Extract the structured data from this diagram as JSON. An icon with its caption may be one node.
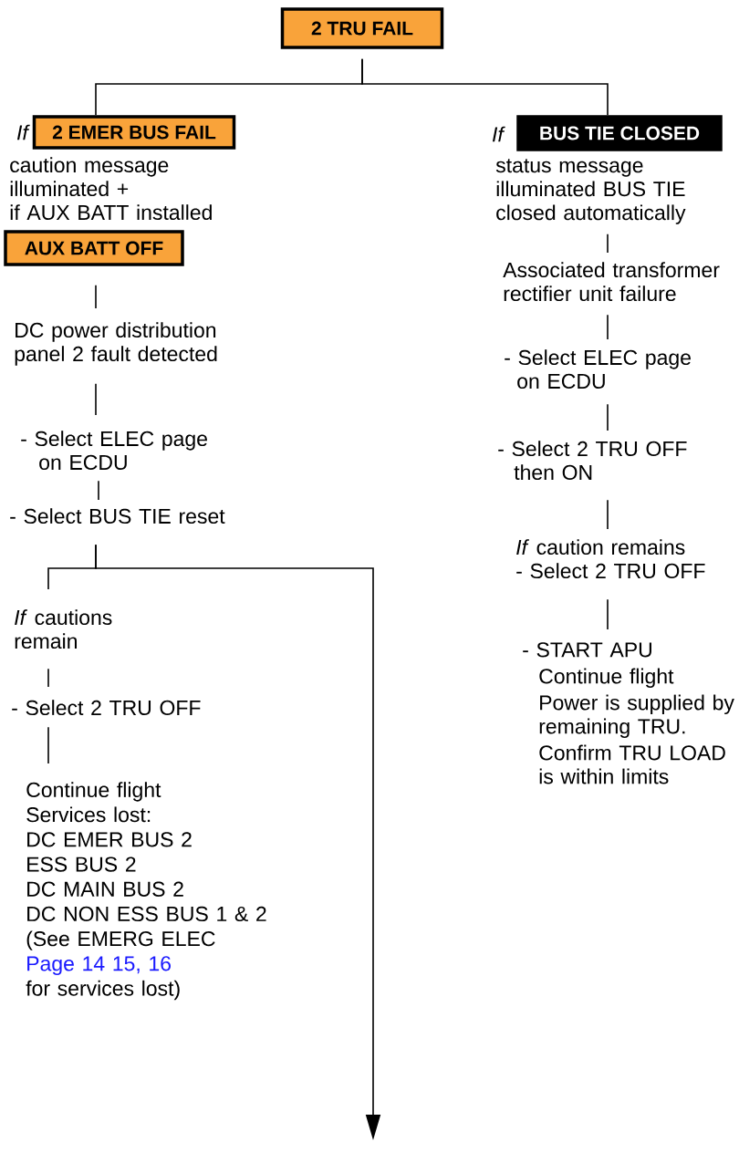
{
  "diagram": {
    "nodes": [
      {
        "text": [
          "2 TRU FAIL"
        ]
      },
      {
        "text": [
          "2 EMER BUS FAIL"
        ],
        "beside": [
          "If",
          "caution message illuminated +",
          "if AUX BATT installed"
        ]
      },
      {
        "text": [
          "AUX BATT OFF"
        ]
      },
      {
        "text": [
          "DC power distribution panel 2 fault detected"
        ]
      },
      {
        "text": [
          "- Select ELEC page on ECDU"
        ]
      },
      {
        "text": [
          "- Select BUS TIE reset"
        ]
      },
      {
        "text": [
          "*If* cautions remain"
        ]
      },
      {
        "text": [
          "- Select 2 TRU OFF"
        ]
      },
      {
        "text": [
          "Continue flight",
          "Services lost:",
          "DC EMER BUS 2",
          "ESS BUS 2",
          "DC MAIN BUS 2",
          "DC NON ESS BUS 1 & 2",
          "(See EMERG ELEC",
          "Page 14 15, 16",
          "for services lost)"
        ]
      },
      {
        "text": [
          "BUS TIE CLOSED"
        ],
        "beside": [
          "If",
          "status message illuminated BUS TIE closed automatically"
        ]
      },
      {
        "text": [
          "Associated transformer rectifier unit failure"
        ]
      },
      {
        "text": [
          "- Select ELEC page on ECDU"
        ]
      },
      {
        "text": [
          "- Select 2 TRU OFF then ON"
        ]
      },
      {
        "text": [
          "*If* caution remains",
          "- Select 2 TRU OFF"
        ]
      },
      {
        "text": [
          "- START APU",
          "Continue flight",
          "Power is supplied by remaining TRU.",
          "Confirm TRU LOAD is within limits"
        ]
      }
    ],
    "edges": [
      {
        "from": 0,
        "to": 1,
        "arrow": "none"
      },
      {
        "from": 0,
        "to": 9,
        "arrow": "none"
      },
      {
        "from": 2,
        "to": 3,
        "arrow": "none"
      },
      {
        "from": 3,
        "to": 4,
        "arrow": "none"
      },
      {
        "from": 4,
        "to": 5,
        "arrow": "none"
      },
      {
        "from": 5,
        "to": 6,
        "arrow": "none"
      },
      {
        "from": 5,
        "to": null,
        "arrow": "to"
      },
      {
        "from": 6,
        "to": 7,
        "arrow": "none"
      },
      {
        "from": 7,
        "to": 8,
        "arrow": "none"
      },
      {
        "from": 9,
        "to": 10,
        "arrow": "none"
      },
      {
        "from": 10,
        "to": 11,
        "arrow": "none"
      },
      {
        "from": 11,
        "to": 12,
        "arrow": "none"
      },
      {
        "from": 12,
        "to": 13,
        "arrow": "none"
      },
      {
        "from": 13,
        "to": 14,
        "arrow": "none"
      }
    ]
  }
}
